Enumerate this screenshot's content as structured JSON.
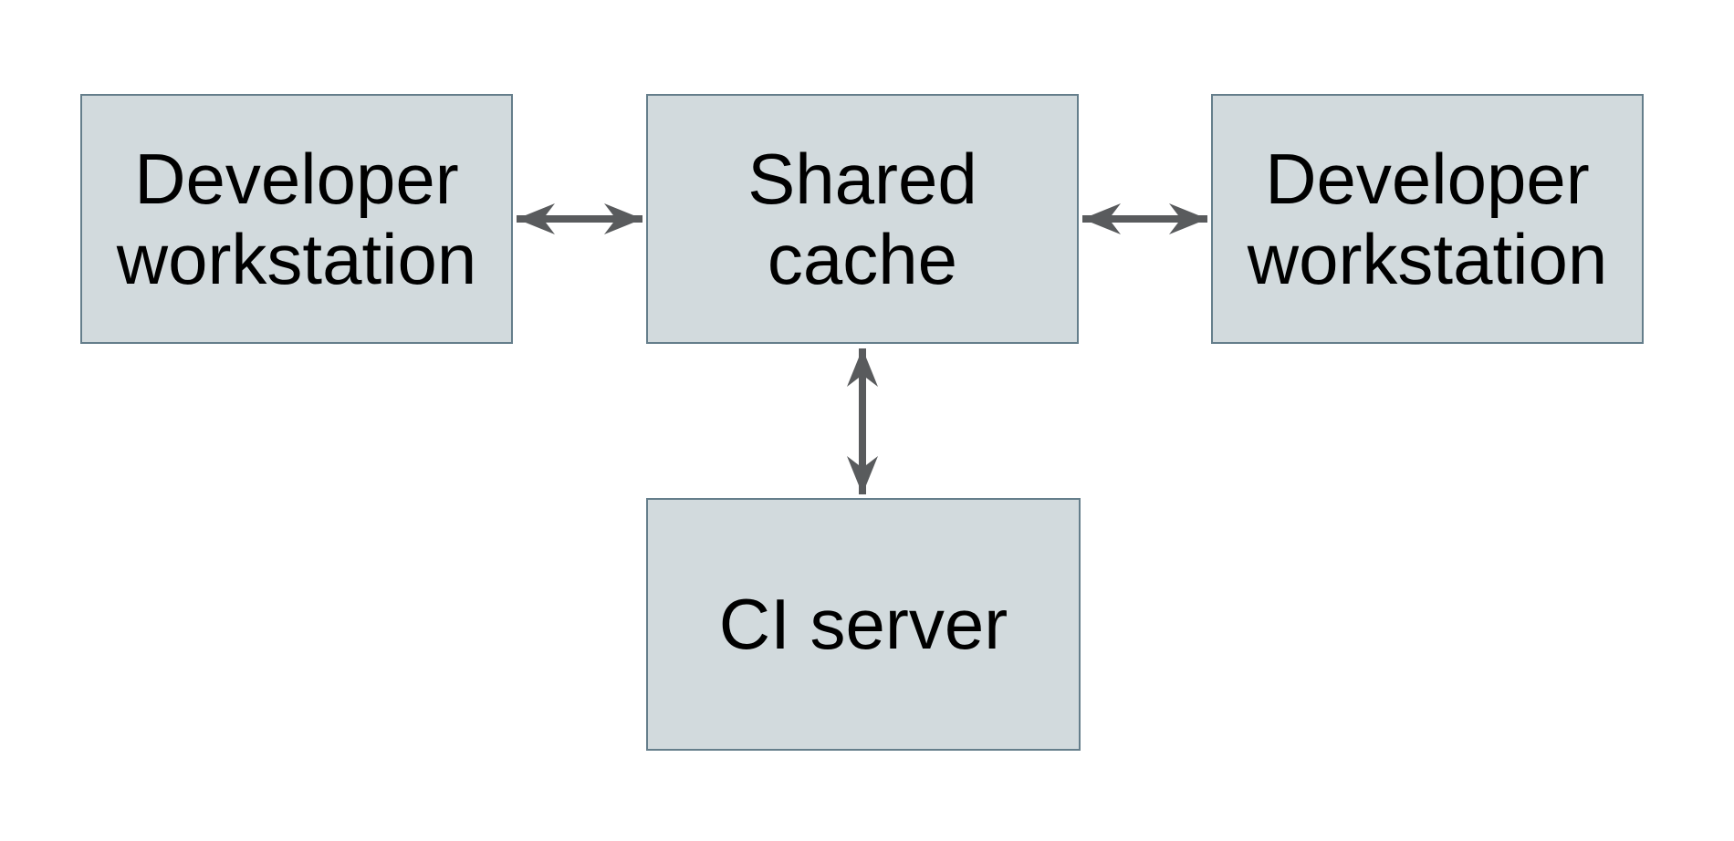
{
  "diagram": {
    "title": "",
    "colors": {
      "background": "#ffffff",
      "node_fill": "#d2dadd",
      "node_border": "#657e8b",
      "arrow": "#595b5d",
      "text": "#000000"
    },
    "nodes": [
      {
        "id": "developer-workstation-left",
        "label": "Developer\nworkstation"
      },
      {
        "id": "shared-cache",
        "label": "Shared\ncache"
      },
      {
        "id": "developer-workstation-right",
        "label": "Developer\nworkstation"
      },
      {
        "id": "ci-server",
        "label": "CI server"
      }
    ],
    "edges": [
      {
        "from": "developer-workstation-left",
        "to": "shared-cache",
        "direction": "bidirectional"
      },
      {
        "from": "shared-cache",
        "to": "developer-workstation-right",
        "direction": "bidirectional"
      },
      {
        "from": "shared-cache",
        "to": "ci-server",
        "direction": "bidirectional"
      }
    ]
  }
}
